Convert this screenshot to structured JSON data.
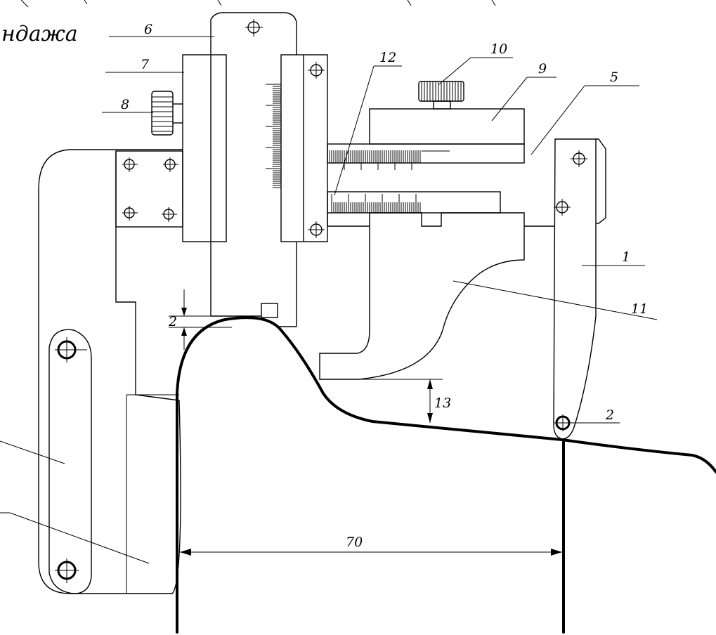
{
  "header_script": "ндажа",
  "callouts": [
    {
      "id": "1",
      "text": "1"
    },
    {
      "id": "2",
      "text": "2"
    },
    {
      "id": "5",
      "text": "5"
    },
    {
      "id": "6",
      "text": "6"
    },
    {
      "id": "7",
      "text": "7"
    },
    {
      "id": "8",
      "text": "8"
    },
    {
      "id": "9",
      "text": "9"
    },
    {
      "id": "10",
      "text": "10"
    },
    {
      "id": "11",
      "text": "11"
    },
    {
      "id": "12",
      "text": "12"
    }
  ],
  "dimensions": {
    "width_70": "70",
    "gap_13": "13",
    "small": "2"
  }
}
